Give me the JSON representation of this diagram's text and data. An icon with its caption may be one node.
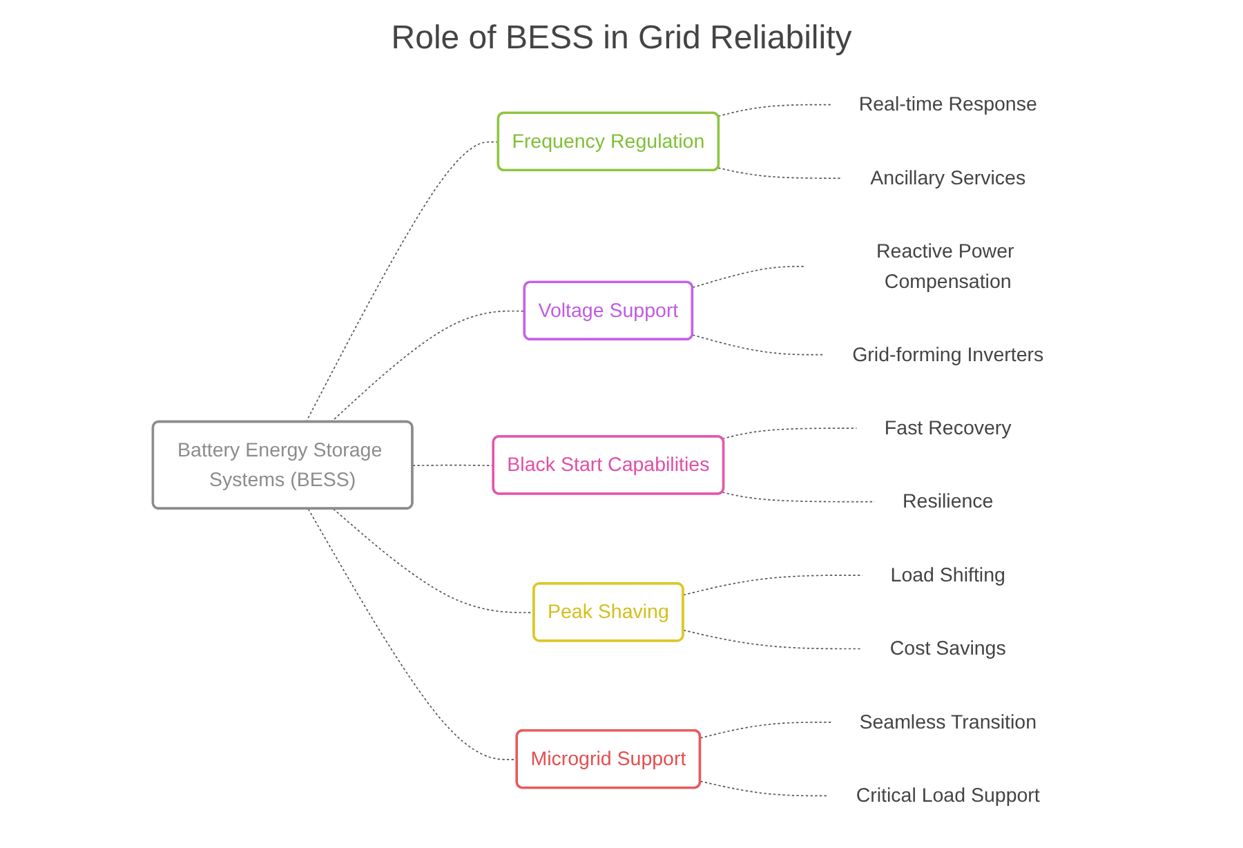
{
  "diagram": {
    "title": "Role of BESS in Grid Reliability",
    "nodes": [
      {
        "text": [
          "Battery Energy Storage Systems (BESS)"
        ]
      },
      {
        "text": [
          "Frequency Regulation"
        ]
      },
      {
        "text": [
          "Real-time Response"
        ]
      },
      {
        "text": [
          "Ancillary Services"
        ]
      },
      {
        "text": [
          "Voltage Support"
        ]
      },
      {
        "text": [
          "Reactive Power Compensation"
        ]
      },
      {
        "text": [
          "Grid-forming Inverters"
        ]
      },
      {
        "text": [
          "Black Start Capabilities"
        ]
      },
      {
        "text": [
          "Fast Recovery"
        ]
      },
      {
        "text": [
          "Resilience"
        ]
      },
      {
        "text": [
          "Peak Shaving"
        ]
      },
      {
        "text": [
          "Load Shifting"
        ]
      },
      {
        "text": [
          "Cost Savings"
        ]
      },
      {
        "text": [
          "Microgrid Support"
        ]
      },
      {
        "text": [
          "Seamless Transition"
        ]
      },
      {
        "text": [
          "Critical Load Support"
        ]
      }
    ],
    "edges": [
      {
        "from": 0,
        "to": 1,
        "arrow": "none",
        "style": "dashed"
      },
      {
        "from": 1,
        "to": 2,
        "arrow": "none",
        "style": "dashed"
      },
      {
        "from": 1,
        "to": 3,
        "arrow": "none",
        "style": "dashed"
      },
      {
        "from": 0,
        "to": 4,
        "arrow": "none",
        "style": "dashed"
      },
      {
        "from": 4,
        "to": 5,
        "arrow": "none",
        "style": "dashed"
      },
      {
        "from": 4,
        "to": 6,
        "arrow": "none",
        "style": "dashed"
      },
      {
        "from": 0,
        "to": 7,
        "arrow": "none",
        "style": "dashed"
      },
      {
        "from": 7,
        "to": 8,
        "arrow": "none",
        "style": "dashed"
      },
      {
        "from": 7,
        "to": 9,
        "arrow": "none",
        "style": "dashed"
      },
      {
        "from": 0,
        "to": 10,
        "arrow": "none",
        "style": "dashed"
      },
      {
        "from": 10,
        "to": 11,
        "arrow": "none",
        "style": "dashed"
      },
      {
        "from": 10,
        "to": 12,
        "arrow": "none",
        "style": "dashed"
      },
      {
        "from": 0,
        "to": 13,
        "arrow": "none",
        "style": "dashed"
      },
      {
        "from": 13,
        "to": 14,
        "arrow": "none",
        "style": "dashed"
      },
      {
        "from": 13,
        "to": 15,
        "arrow": "none",
        "style": "dashed"
      }
    ]
  }
}
